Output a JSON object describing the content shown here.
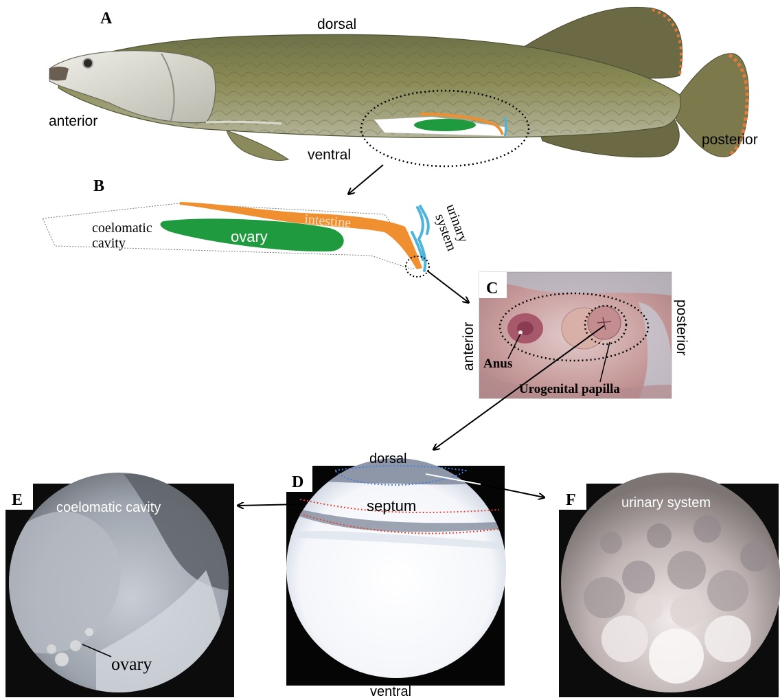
{
  "panels": {
    "a": "A",
    "b": "B",
    "c": "C",
    "d": "D",
    "e": "E",
    "f": "F"
  },
  "panel_a": {
    "dorsal": "dorsal",
    "anterior": "anterior",
    "ventral": "ventral",
    "posterior": "posterior"
  },
  "panel_b": {
    "coelomatic_1": "coelomatic",
    "coelomatic_2": "cavity",
    "ovary": "ovary",
    "intestine": "intestine",
    "urinary_1": "urinary",
    "urinary_2": "system"
  },
  "panel_c": {
    "anterior": "anterior",
    "posterior": "posterior",
    "anus": "Anus",
    "papilla": "Urogenital papilla"
  },
  "panel_d": {
    "dorsal": "dorsal",
    "septum": "septum",
    "ventral": "ventral"
  },
  "panel_e": {
    "title": "coelomatic cavity",
    "ovary": "ovary"
  },
  "panel_f": {
    "title": "urinary system"
  },
  "colors": {
    "ovary": "#1f9a3f",
    "intestine": "#ef8f2f",
    "urinary": "#4fb4dc",
    "red_dots": "#e0453a",
    "blue_dots": "#4a7ed8"
  }
}
